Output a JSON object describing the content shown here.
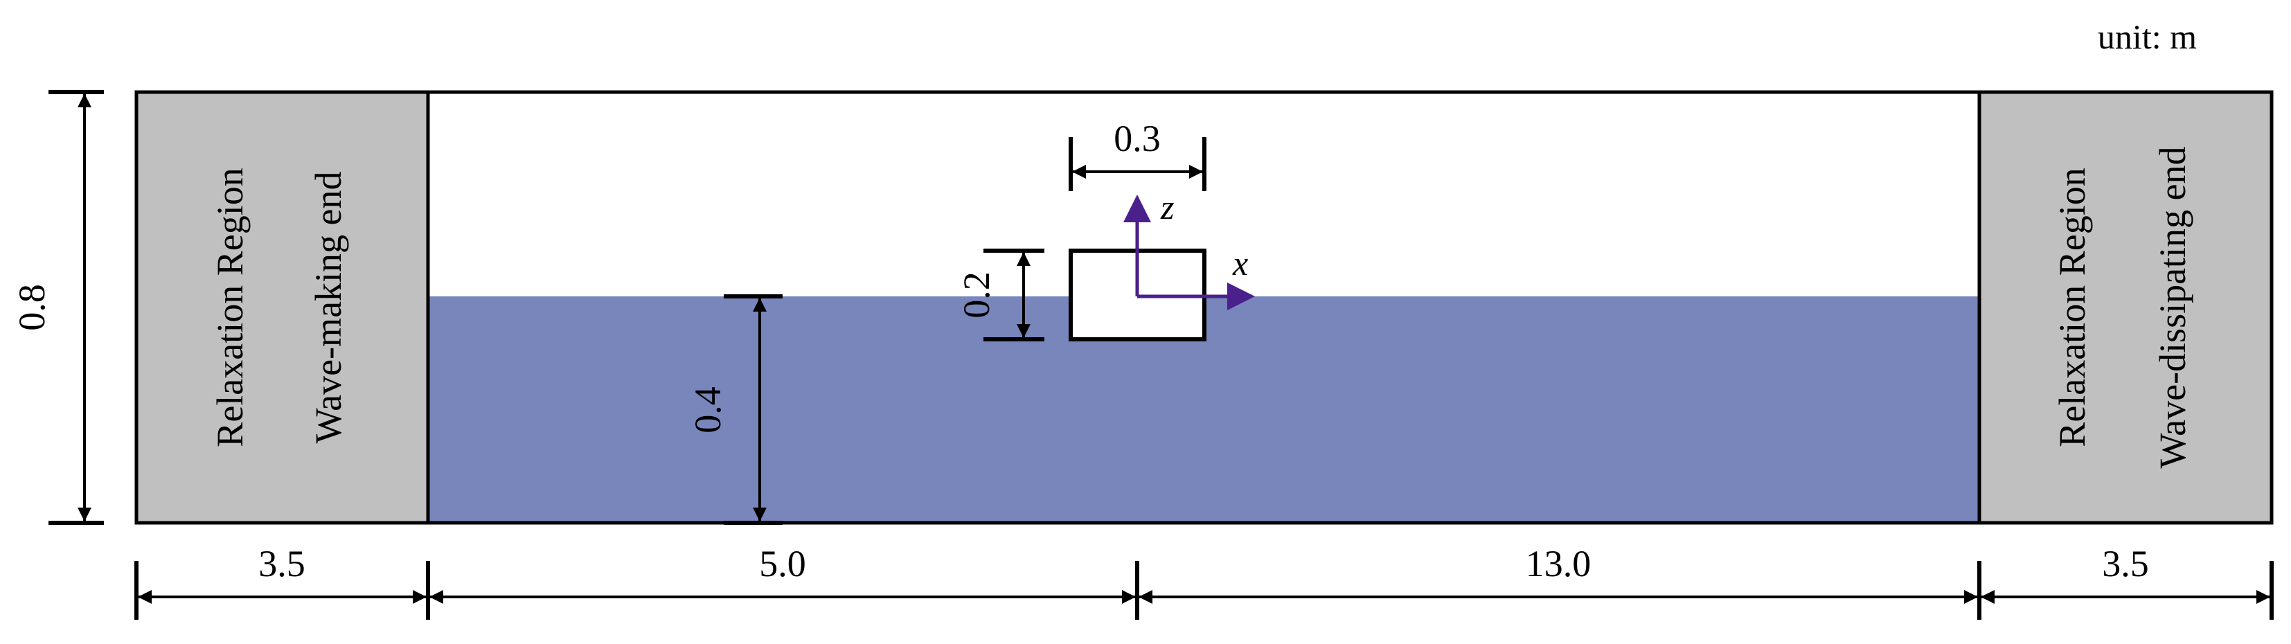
{
  "unit_label": "unit: m",
  "colors": {
    "water": "#7886bc",
    "relaxation": "#c0c0c0",
    "axis_arrows": "#4b1f8c",
    "outline": "#000000"
  },
  "left_region": {
    "line1": "Relaxation Region",
    "line2": "Wave-making end"
  },
  "right_region": {
    "line1": "Relaxation Region",
    "line2": "Wave-dissipating end"
  },
  "dimensions": {
    "tank_height": "0.8",
    "water_depth": "0.4",
    "body_width": "0.3",
    "body_height": "0.2",
    "left_relaxation_length": "3.5",
    "upstream_length": "5.0",
    "downstream_length": "13.0",
    "right_relaxation_length": "3.5"
  },
  "axes": {
    "x": "x",
    "z": "z"
  }
}
